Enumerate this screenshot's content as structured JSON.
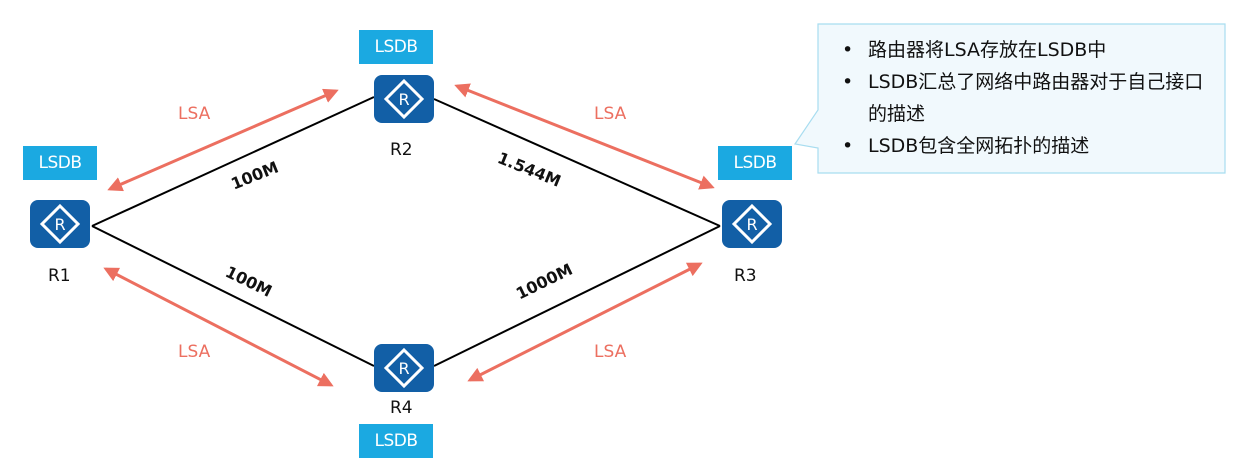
{
  "diagram": {
    "title": "OSPF LSDB topology",
    "colors": {
      "lsdb_box": "#1ba9e1",
      "router": "#125fa6",
      "lsa_arrow": "#ec6f60",
      "link": "#000000",
      "callout_bg": "#f1f9fd",
      "callout_border": "#a8ddf0"
    },
    "routers": [
      {
        "id": "R1",
        "label": "R1",
        "icon": "router-icon"
      },
      {
        "id": "R2",
        "label": "R2",
        "icon": "router-icon"
      },
      {
        "id": "R3",
        "label": "R3",
        "icon": "router-icon"
      },
      {
        "id": "R4",
        "label": "R4",
        "icon": "router-icon"
      }
    ],
    "lsdb_label": "LSDB",
    "lsdb_boxes": [
      {
        "router": "R1",
        "label": "LSDB"
      },
      {
        "router": "R2",
        "label": "LSDB"
      },
      {
        "router": "R3",
        "label": "LSDB"
      },
      {
        "router": "R4",
        "label": "LSDB"
      }
    ],
    "links": [
      {
        "from": "R1",
        "to": "R2",
        "bandwidth": "100M"
      },
      {
        "from": "R2",
        "to": "R3",
        "bandwidth": "1.544M"
      },
      {
        "from": "R1",
        "to": "R4",
        "bandwidth": "100M"
      },
      {
        "from": "R4",
        "to": "R3",
        "bandwidth": "1000M"
      }
    ],
    "lsa_arrows": [
      {
        "between": [
          "R1",
          "R2"
        ],
        "label": "LSA",
        "direction": "bidirectional"
      },
      {
        "between": [
          "R2",
          "R3"
        ],
        "label": "LSA",
        "direction": "bidirectional"
      },
      {
        "between": [
          "R1",
          "R4"
        ],
        "label": "LSA",
        "direction": "bidirectional"
      },
      {
        "between": [
          "R4",
          "R3"
        ],
        "label": "LSA",
        "direction": "bidirectional"
      }
    ],
    "callout": {
      "bullet": "•",
      "items": [
        "路由器将LSA存放在LSDB中",
        "LSDB汇总了网络中路由器对于自己接口的描述",
        "LSDB包含全网拓扑的描述"
      ]
    }
  }
}
